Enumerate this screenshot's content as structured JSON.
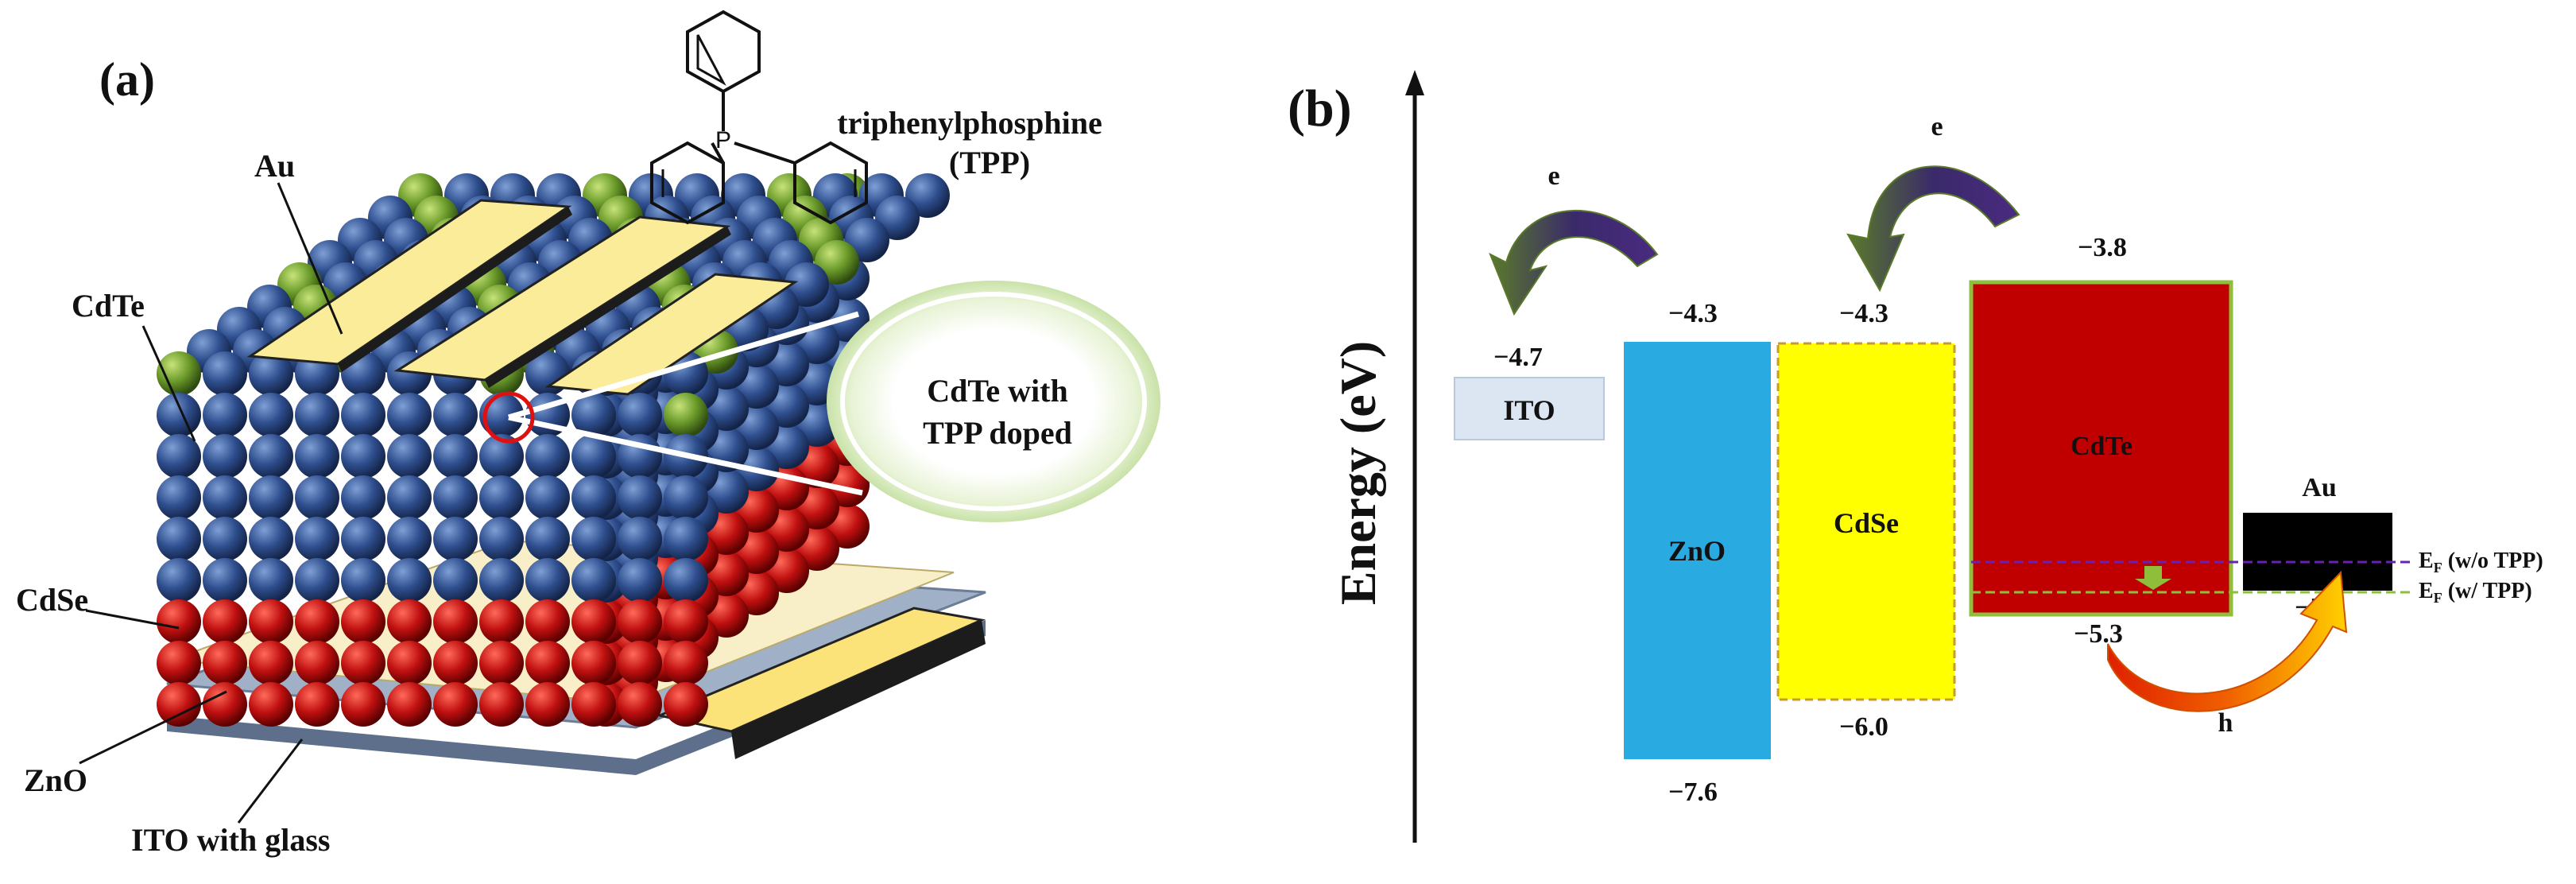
{
  "panel_a": {
    "label": "(a)",
    "molecule_name": "triphenylphosphine",
    "molecule_abbr": "(TPP)",
    "phosphorus": "P",
    "layers": {
      "au": "Au",
      "cdte": "CdTe",
      "cdse": "CdSe",
      "zno": "ZnO",
      "ito": "ITO with glass"
    },
    "callout": [
      "CdTe with",
      "TPP doped"
    ],
    "colors": {
      "cdte": "#2f4f8f",
      "cdse": "#c01010",
      "tpp_dopant": "#6a9a2a",
      "au": "#fbec9a",
      "glass": "#9fb0c7"
    }
  },
  "panel_b": {
    "label": "(b)",
    "axis_label": "Energy (eV)",
    "bands": [
      {
        "name": "ITO",
        "value": "−4.7",
        "color": "#dbe6f2"
      },
      {
        "name": "ZnO",
        "top": "−4.3",
        "bottom": "−7.6",
        "color": "#29abe2"
      },
      {
        "name": "CdSe",
        "top": "−4.3",
        "bottom": "−6.0",
        "color": "#ffff00"
      },
      {
        "name": "CdTe",
        "top": "−3.8",
        "bottom": "−5.3",
        "color": "#c00000"
      },
      {
        "name": "Au",
        "value": "−5.1",
        "color": "#000000"
      }
    ],
    "fermi": {
      "without": "(w/o TPP)",
      "with": "(w/ TPP)",
      "symbol": "E",
      "subscript": "F"
    },
    "carriers": {
      "electron": "e",
      "hole": "h"
    }
  }
}
